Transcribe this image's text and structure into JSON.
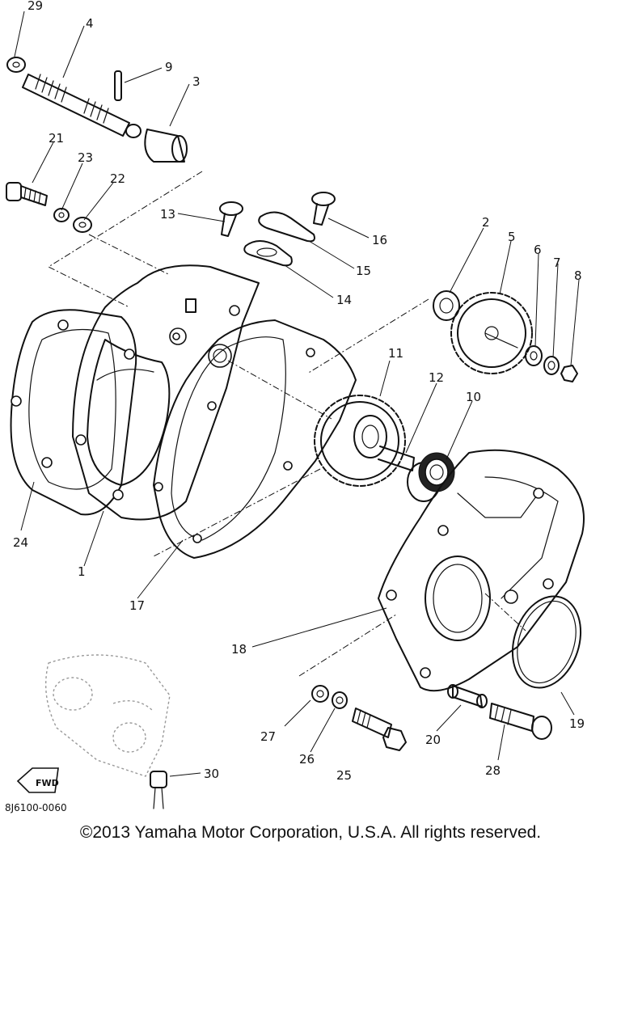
{
  "diagram": {
    "code": "8J6100-0060",
    "fwd_label": "FWD",
    "callouts": [
      "29",
      "4",
      "9",
      "3",
      "21",
      "23",
      "22",
      "13",
      "16",
      "15",
      "14",
      "2",
      "5",
      "6",
      "7",
      "8",
      "11",
      "12",
      "10",
      "24",
      "1",
      "17",
      "18",
      "19",
      "27",
      "26",
      "25",
      "20",
      "28",
      "30"
    ]
  },
  "footer": {
    "copyright": "©2013 Yamaha Motor Corporation, U.S.A. All rights reserved."
  }
}
